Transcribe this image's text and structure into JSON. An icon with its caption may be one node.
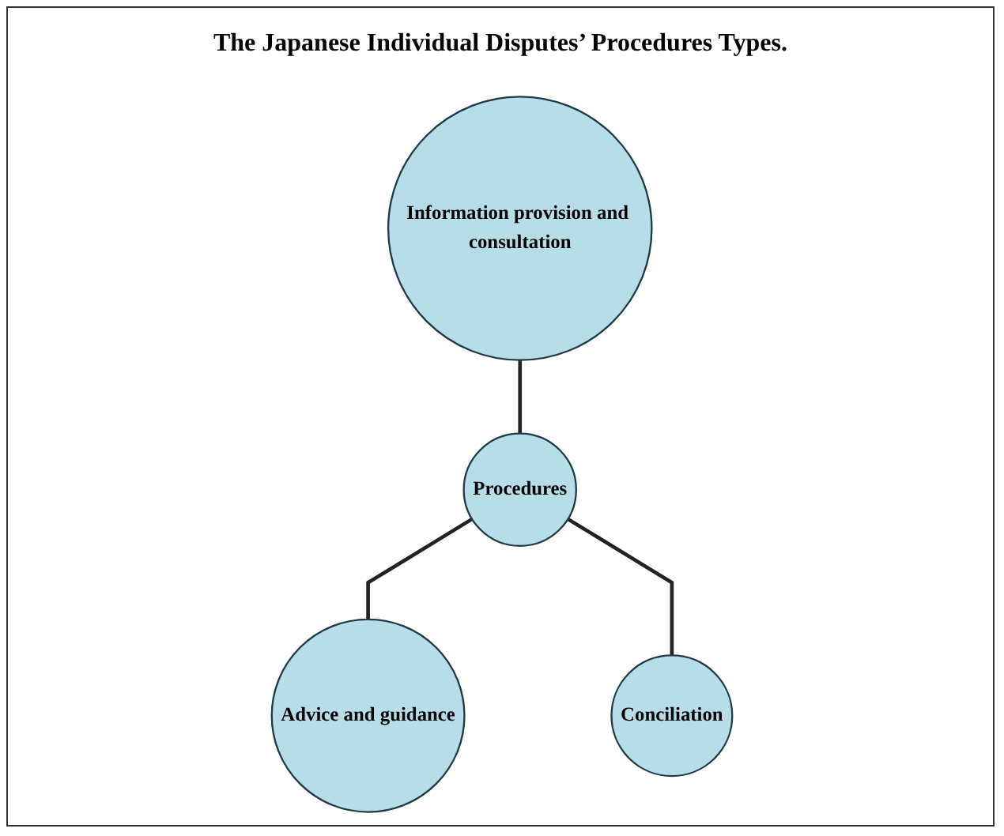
{
  "diagram": {
    "title": "The Japanese Individual Disputes’ Procedures Types.",
    "nodes": [
      {
        "text": [
          "Information provision and consultation"
        ]
      },
      {
        "text": [
          "Procedures"
        ]
      },
      {
        "text": [
          "Advice and guidance"
        ]
      },
      {
        "text": [
          "Conciliation"
        ]
      }
    ],
    "edges": [
      {
        "from": 0,
        "to": 1,
        "arrow": "none"
      },
      {
        "from": 1,
        "to": 2,
        "arrow": "none"
      },
      {
        "from": 1,
        "to": 3,
        "arrow": "none"
      }
    ]
  }
}
